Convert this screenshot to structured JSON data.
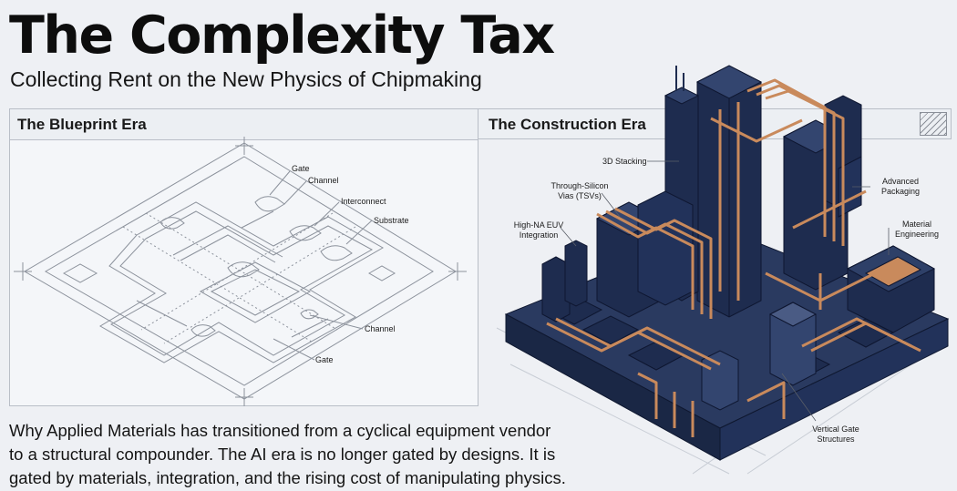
{
  "header": {
    "title": "The Complexity Tax",
    "subtitle": "Collecting Rent on the New Physics of Chipmaking"
  },
  "panels": {
    "blueprint": {
      "title": "The Blueprint Era",
      "labels": {
        "gate_top": "Gate",
        "channel_top": "Channel",
        "interconnect": "Interconnect",
        "substrate": "Substrate",
        "channel_bottom": "Channel",
        "gate_bottom": "Gate"
      }
    },
    "construction": {
      "title": "The Construction Era",
      "labels": {
        "stacking": "3D Stacking",
        "tsv_line1": "Through-Silicon",
        "tsv_line2": "Vias (TSVs)",
        "euv_line1": "High-NA EUV",
        "euv_line2": "Integration",
        "packaging_line1": "Advanced",
        "packaging_line2": "Packaging",
        "material_line1": "Material",
        "material_line2": "Engineering",
        "vgate_line1": "Vertical Gate",
        "vgate_line2": "Structures"
      }
    }
  },
  "summary": {
    "line1": "Why Applied Materials has transitioned from a cyclical equipment vendor",
    "line2": "to a structural compounder. The AI era is no longer gated by designs. It is",
    "line3": "gated by materials, integration, and the rising cost of manipulating physics."
  },
  "colors": {
    "navy": "#1e2c4f",
    "navy_light": "#33456f",
    "copper": "#c98a5c",
    "line": "#8c929c"
  }
}
